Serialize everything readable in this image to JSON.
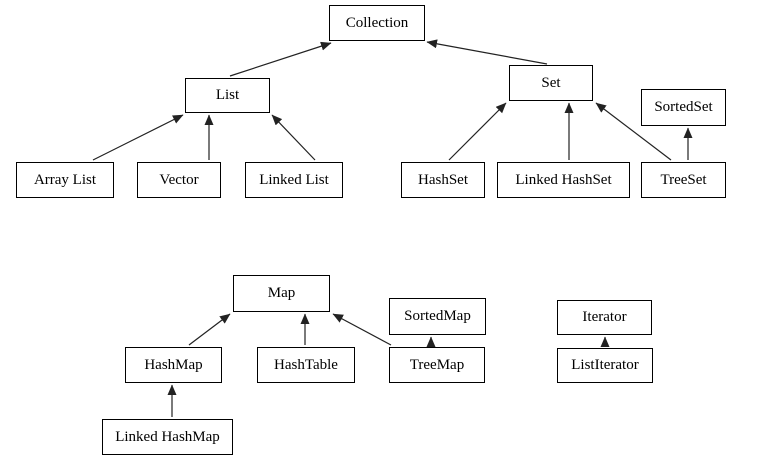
{
  "diagram": {
    "type": "class-hierarchy",
    "colors": {
      "background": "#ffffff",
      "box_border": "#000000",
      "box_fill": "#ffffff",
      "arrow": "#222222",
      "text": "#000000"
    },
    "nodes": [
      {
        "id": "collection",
        "label": "Collection"
      },
      {
        "id": "list",
        "label": "List"
      },
      {
        "id": "set",
        "label": "Set"
      },
      {
        "id": "sortedset",
        "label": "SortedSet"
      },
      {
        "id": "arraylist",
        "label": "Array List"
      },
      {
        "id": "vector",
        "label": "Vector"
      },
      {
        "id": "linkedlist",
        "label": "Linked List"
      },
      {
        "id": "hashset",
        "label": "HashSet"
      },
      {
        "id": "linkedhashset",
        "label": "Linked HashSet"
      },
      {
        "id": "treeset",
        "label": "TreeSet"
      },
      {
        "id": "map",
        "label": "Map"
      },
      {
        "id": "hashmap",
        "label": "HashMap"
      },
      {
        "id": "hashtable",
        "label": "HashTable"
      },
      {
        "id": "sortedmap",
        "label": "SortedMap"
      },
      {
        "id": "treemap",
        "label": "TreeMap"
      },
      {
        "id": "linkedhashmap",
        "label": "Linked HashMap"
      },
      {
        "id": "iterator",
        "label": "Iterator"
      },
      {
        "id": "listiterator",
        "label": "ListIterator"
      }
    ],
    "edges": [
      {
        "from": "list",
        "to": "collection"
      },
      {
        "from": "set",
        "to": "collection"
      },
      {
        "from": "arraylist",
        "to": "list"
      },
      {
        "from": "vector",
        "to": "list"
      },
      {
        "from": "linkedlist",
        "to": "list"
      },
      {
        "from": "hashset",
        "to": "set"
      },
      {
        "from": "linkedhashset",
        "to": "set"
      },
      {
        "from": "treeset",
        "to": "set"
      },
      {
        "from": "treeset",
        "to": "sortedset"
      },
      {
        "from": "hashmap",
        "to": "map"
      },
      {
        "from": "hashtable",
        "to": "map"
      },
      {
        "from": "treemap",
        "to": "map"
      },
      {
        "from": "treemap",
        "to": "sortedmap"
      },
      {
        "from": "linkedhashmap",
        "to": "hashmap"
      },
      {
        "from": "listiterator",
        "to": "iterator"
      }
    ]
  }
}
